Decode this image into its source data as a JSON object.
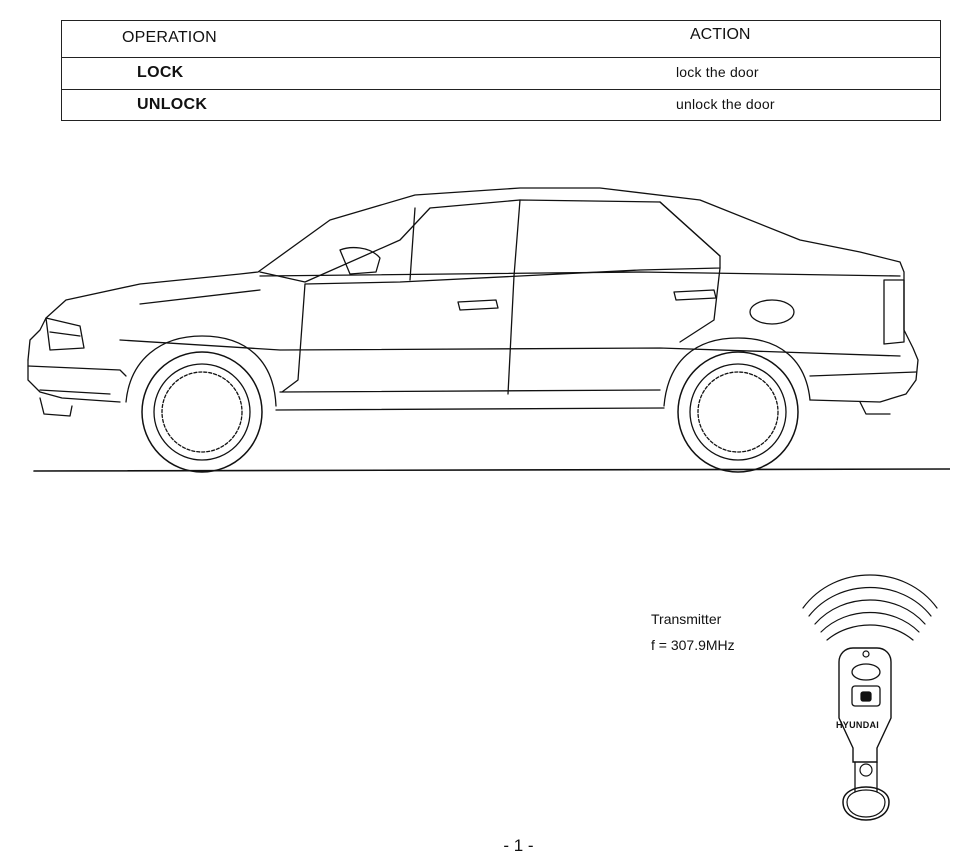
{
  "table": {
    "header": {
      "operation": "OPERATION",
      "action": "ACTION"
    },
    "rows": [
      {
        "operation": "LOCK",
        "action": "lock the door"
      },
      {
        "operation": "UNLOCK",
        "action": "unlock the door"
      }
    ]
  },
  "transmitter": {
    "label": "Transmitter",
    "frequency": "f = 307.9MHz",
    "brand": "HYUNDAI",
    "icon": "key-fob-icon"
  },
  "illustration": {
    "icon": "sedan-side-view-drawing"
  },
  "page_number": "- 1 -",
  "colors": {
    "ink": "#111111",
    "paper": "#ffffff"
  }
}
